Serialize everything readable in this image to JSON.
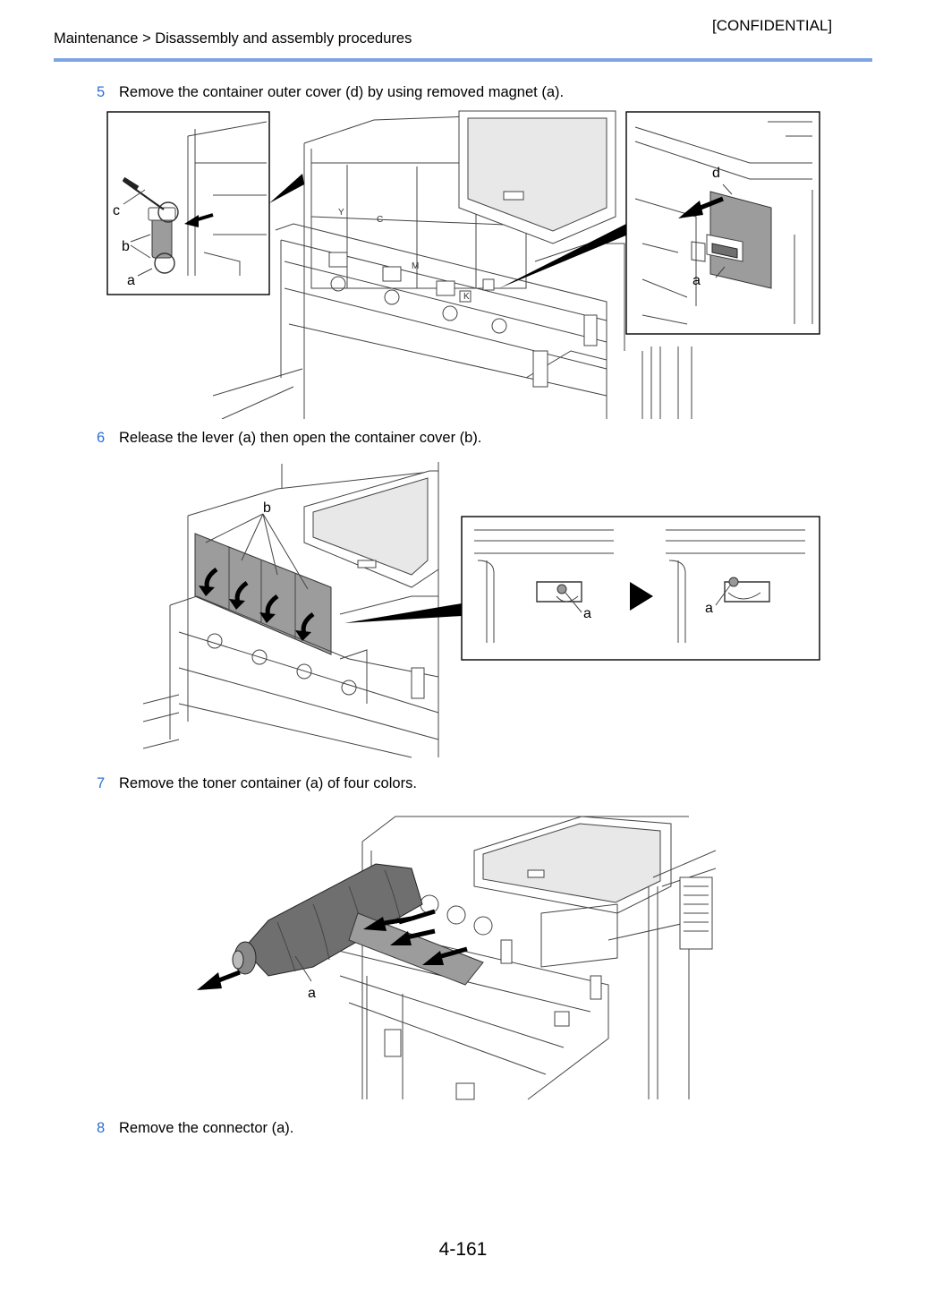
{
  "header": {
    "confidential": "[CONFIDENTIAL]",
    "breadcrumb": "Maintenance > Disassembly and assembly procedures"
  },
  "steps": [
    {
      "number": "5",
      "text": "Remove the container outer cover (d) by using removed magnet (a)."
    },
    {
      "number": "6",
      "text": "Release the lever (a) then open the container cover (b)."
    },
    {
      "number": "7",
      "text": "Remove the toner container (a) of four colors."
    },
    {
      "number": "8",
      "text": "Remove the connector (a)."
    }
  ],
  "figure5": {
    "callout_left": {
      "c": "c",
      "b": "b",
      "a": "a"
    },
    "callout_right": {
      "d": "d",
      "a": "a"
    },
    "panel_labels": {
      "y": "Y",
      "c": "C",
      "m": "M",
      "k": "K"
    }
  },
  "figure6": {
    "label_b": "b",
    "label_a_left": "a",
    "label_a_right": "a"
  },
  "figure7": {
    "label_a": "a"
  },
  "footer": {
    "page_number": "4-161"
  }
}
